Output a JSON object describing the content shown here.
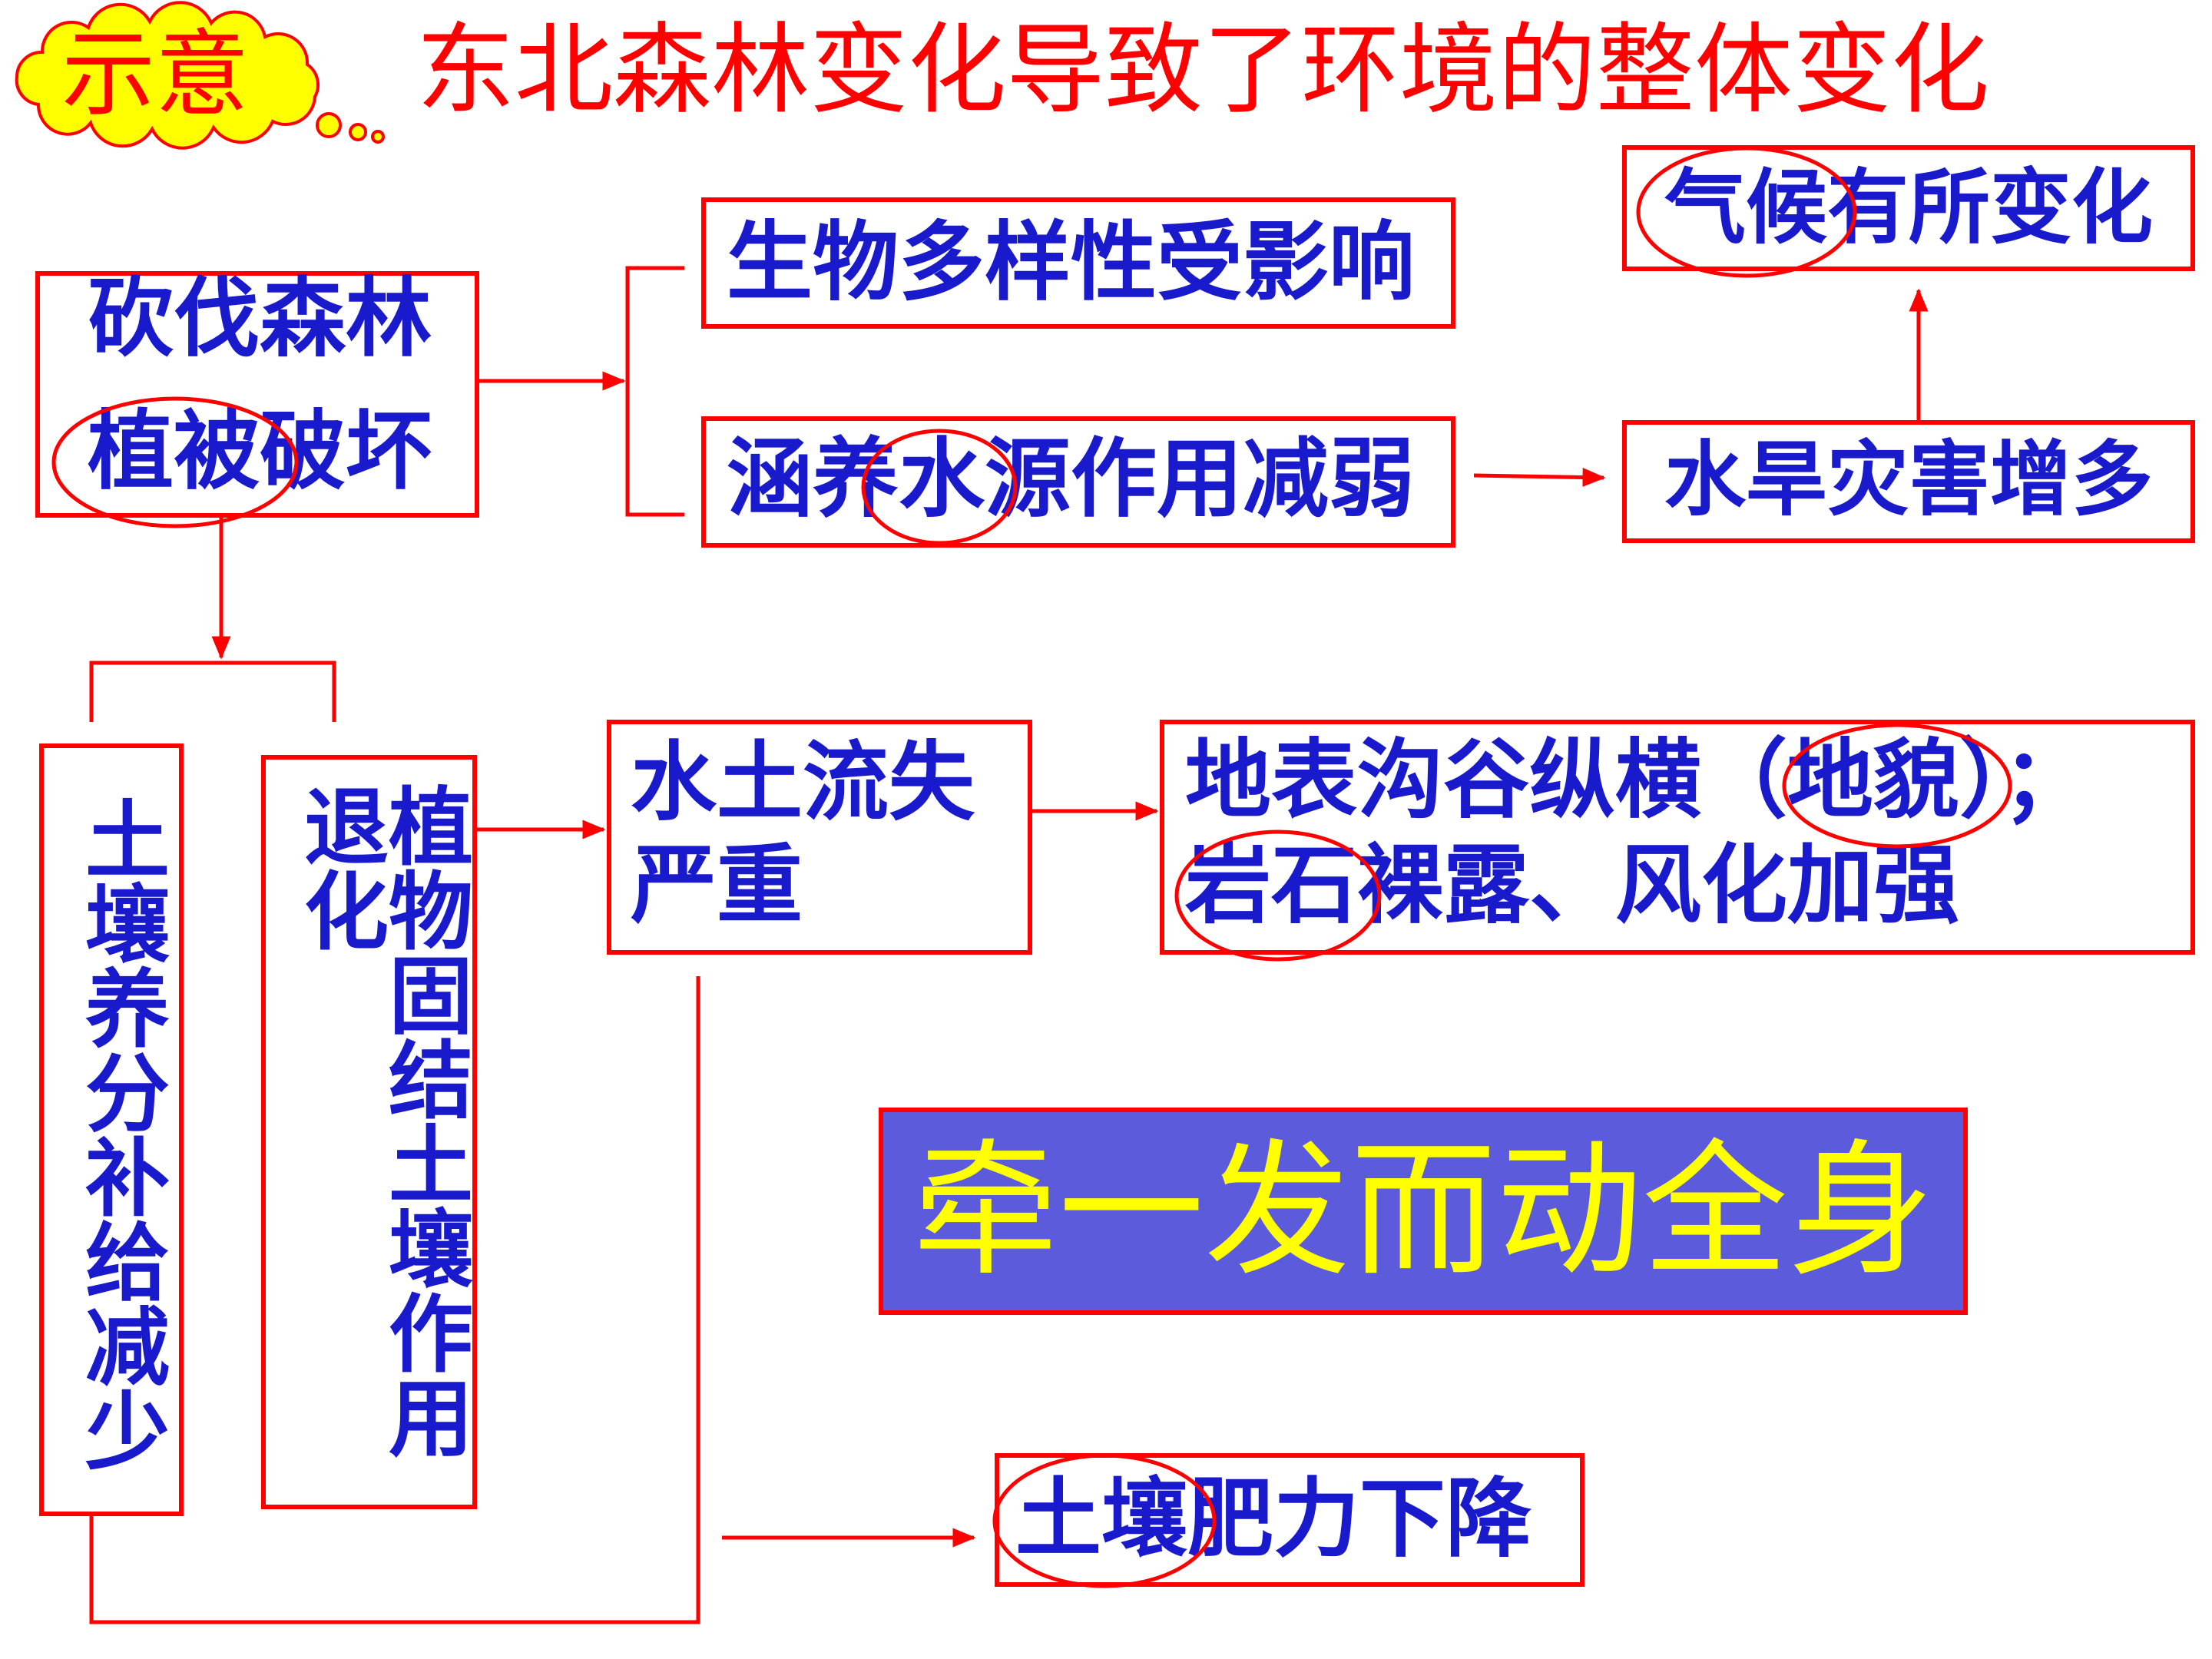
{
  "badge": {
    "label": "示意"
  },
  "title": "东北森林变化导致了环境的整体变化",
  "nodes": {
    "deforestation": {
      "lines": [
        "砍伐森林",
        "植被破坏"
      ]
    },
    "biodiversity": {
      "label": "生物多样性受影响"
    },
    "water_conservation": {
      "label": "涵养水源作用减弱"
    },
    "floods_droughts": {
      "label": "水旱灾害增多"
    },
    "climate": {
      "label": "气候有所变化"
    },
    "soil_nutrients": {
      "label": "土壤养分补给减少"
    },
    "soil_fixation": {
      "lines": [
        "植物固结土壤作用",
        "退化"
      ]
    },
    "soil_erosion": {
      "lines": [
        "水土流失",
        "严重"
      ]
    },
    "landform": {
      "lines": [
        "地表沟谷纵横（地貌）；",
        "岩石裸露、风化加强"
      ]
    },
    "soil_fertility": {
      "label": "土壤肥力下降"
    }
  },
  "slogan": "牵一发而动全身",
  "colors": {
    "title": "#ff0000",
    "border": "#ff0000",
    "node_text": "#1a1acd",
    "badge_fill": "#ffff00",
    "slogan_fill": "#5b5bdb",
    "slogan_text": "#ffff00"
  }
}
